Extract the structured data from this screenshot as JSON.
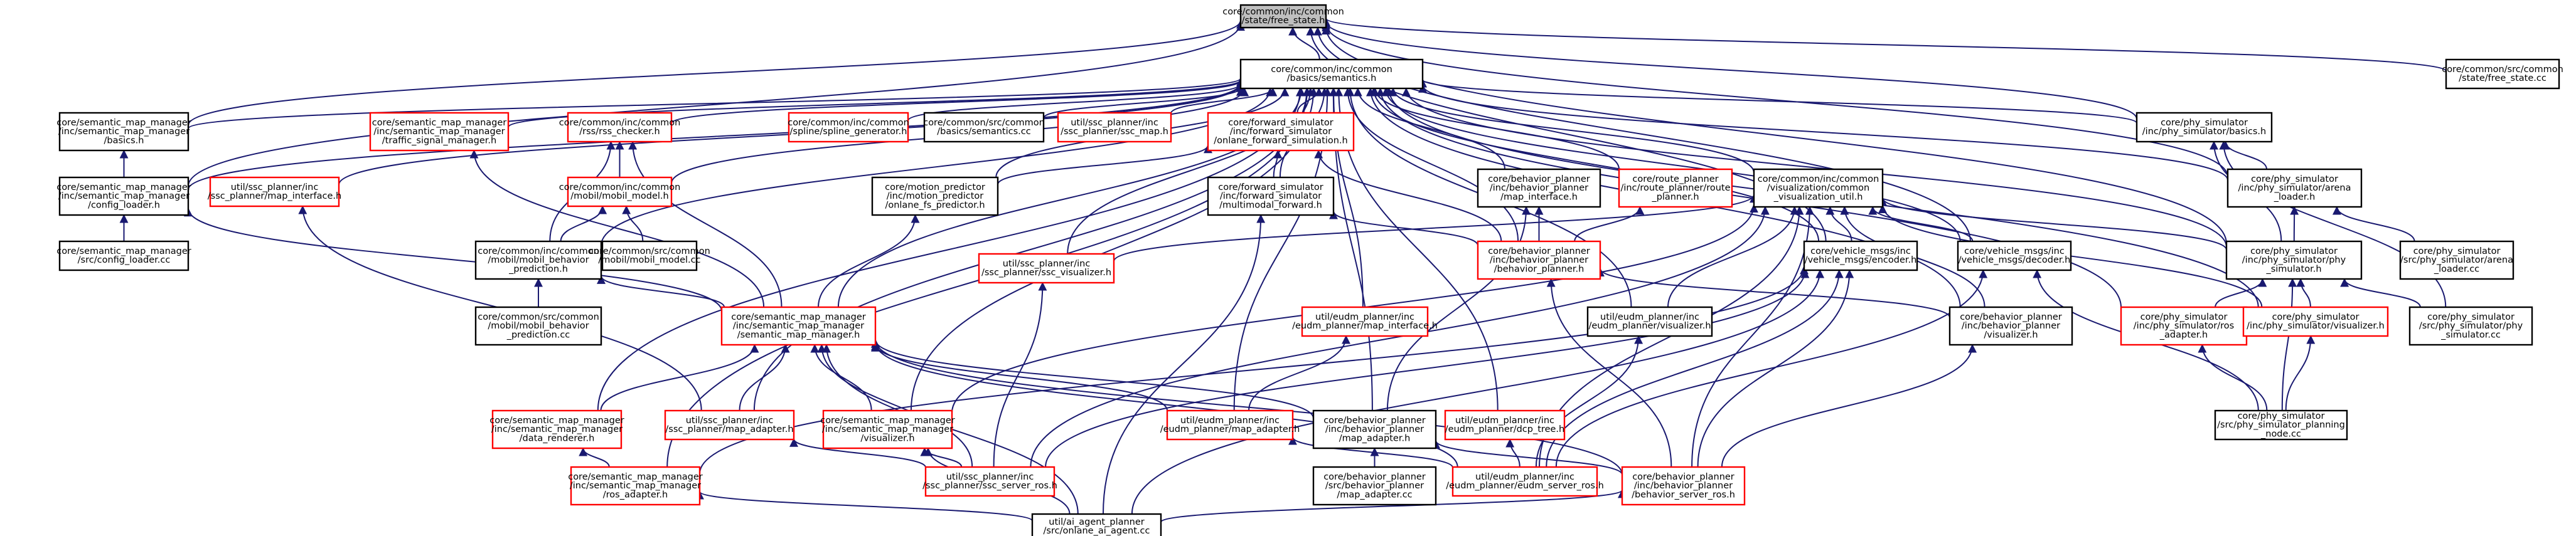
{
  "diagram": {
    "nodes": [
      {
        "id": "root",
        "lines": [
          "core/common/inc/common",
          "/state/free_state.h"
        ],
        "style": "root"
      },
      {
        "id": "semantics_h",
        "lines": [
          "core/common/inc/common",
          "/basics/semantics.h"
        ],
        "style": "black"
      },
      {
        "id": "fsc",
        "lines": [
          "core/common/src/common",
          "/state/free_state.cc"
        ],
        "style": "black"
      },
      {
        "id": "smm_sm",
        "lines": [
          "core/semantic_map_manager",
          "/inc/semantic_map_manager",
          "/basics.h"
        ],
        "style": "black"
      },
      {
        "id": "smm_tsm",
        "lines": [
          "core/semantic_map_manager",
          "/inc/semantic_map_manager",
          "/traffic_signal_manager.h"
        ],
        "style": "red"
      },
      {
        "id": "rss",
        "lines": [
          "core/common/inc/common",
          "/rss/rss_checker.h"
        ],
        "style": "red"
      },
      {
        "id": "spline",
        "lines": [
          "core/common/inc/common",
          "/spline/spline_generator.h"
        ],
        "style": "red"
      },
      {
        "id": "semcc",
        "lines": [
          "core/common/src/common",
          "/basics/semantics.cc"
        ],
        "style": "black"
      },
      {
        "id": "sscmap",
        "lines": [
          "util/ssc_planner/inc",
          "/ssc_planner/ssc_map.h"
        ],
        "style": "red"
      },
      {
        "id": "fwdsim",
        "lines": [
          "core/forward_simulator",
          "/inc/forward_simulator",
          "/onlane_forward_simulation.h"
        ],
        "style": "red"
      },
      {
        "id": "motion",
        "lines": [
          "core/motion_predictor",
          "/inc/motion_predictor",
          "/onlane_fs_predictor.h"
        ],
        "style": "black"
      },
      {
        "id": "mmforward",
        "lines": [
          "core/forward_simulator",
          "/inc/forward_simulator",
          "/multimodal_forward.h"
        ],
        "style": "black"
      },
      {
        "id": "bp_mapif",
        "lines": [
          "core/behavior_planner",
          "/inc/behavior_planner",
          "/map_interface.h"
        ],
        "style": "black"
      },
      {
        "id": "routeplanner",
        "lines": [
          "core/route_planner",
          "/inc/route_planner/route",
          "_planner.h"
        ],
        "style": "red"
      },
      {
        "id": "vizutil",
        "lines": [
          "core/common/inc/common",
          "/visualization/common",
          "_visualization_util.h"
        ],
        "style": "black"
      },
      {
        "id": "phy_basics",
        "lines": [
          "core/phy_simulator",
          "/inc/phy_simulator/basics.h"
        ],
        "style": "black"
      },
      {
        "id": "phy_arena",
        "lines": [
          "core/phy_simulator",
          "/inc/phy_simulator/arena",
          "_loader.h"
        ],
        "style": "black"
      },
      {
        "id": "smm_config",
        "lines": [
          "core/semantic_map_manager",
          "/inc/semantic_map_manager",
          "/config_loader.h"
        ],
        "style": "black"
      },
      {
        "id": "ssc_mapif",
        "lines": [
          "util/ssc_planner/inc",
          "/ssc_planner/map_interface.h"
        ],
        "style": "red"
      },
      {
        "id": "mobil_h",
        "lines": [
          "core/common/inc/common",
          "/mobil/mobil_model.h"
        ],
        "style": "red"
      },
      {
        "id": "smm_configcc",
        "lines": [
          "core/semantic_map_manager",
          "/src/config_loader.cc"
        ],
        "style": "black"
      },
      {
        "id": "mobil_behavior",
        "lines": [
          "core/common/inc/common",
          "/mobil/mobil_behavior",
          "_prediction.h"
        ],
        "style": "black"
      },
      {
        "id": "mobilcc",
        "lines": [
          "core/common/src/common",
          "/mobil/mobil_model.cc"
        ],
        "style": "black"
      },
      {
        "id": "ssc_viz",
        "lines": [
          "util/ssc_planner/inc",
          "/ssc_planner/ssc_visualizer.h"
        ],
        "style": "red"
      },
      {
        "id": "bp_h",
        "lines": [
          "core/behavior_planner",
          "/inc/behavior_planner",
          "/behavior_planner.h"
        ],
        "style": "red"
      },
      {
        "id": "vm_encoder",
        "lines": [
          "core/vehicle_msgs/inc",
          "/vehicle_msgs/encoder.h"
        ],
        "style": "black"
      },
      {
        "id": "vm_decoder",
        "lines": [
          "core/vehicle_msgs/inc",
          "/vehicle_msgs/decoder.h"
        ],
        "style": "black"
      },
      {
        "id": "phy_h",
        "lines": [
          "core/phy_simulator",
          "/inc/phy_simulator/phy",
          "_simulator.h"
        ],
        "style": "black"
      },
      {
        "id": "phy_arenacc",
        "lines": [
          "core/phy_simulator",
          "/src/phy_simulator/arena",
          "_loader.cc"
        ],
        "style": "black"
      },
      {
        "id": "mobil_behaviorcc",
        "lines": [
          "core/common/src/common",
          "/mobil/mobil_behavior",
          "_prediction.cc"
        ],
        "style": "black"
      },
      {
        "id": "smm_h",
        "lines": [
          "core/semantic_map_manager",
          "/inc/semantic_map_manager",
          "/semantic_map_manager.h"
        ],
        "style": "red"
      },
      {
        "id": "eudm_mapif",
        "lines": [
          "util/eudm_planner/inc",
          "/eudm_planner/map_interface.h"
        ],
        "style": "red"
      },
      {
        "id": "eudm_viz",
        "lines": [
          "util/eudm_planner/inc",
          "/eudm_planner/visualizer.h"
        ],
        "style": "black"
      },
      {
        "id": "bp_viz",
        "lines": [
          "core/behavior_planner",
          "/inc/behavior_planner",
          "/visualizer.h"
        ],
        "style": "black"
      },
      {
        "id": "phy_ros",
        "lines": [
          "core/phy_simulator",
          "/inc/phy_simulator/ros",
          "_adapter.h"
        ],
        "style": "red"
      },
      {
        "id": "phy_viz",
        "lines": [
          "core/phy_simulator",
          "/inc/phy_simulator/visualizer.h"
        ],
        "style": "red"
      },
      {
        "id": "phy_cc",
        "lines": [
          "core/phy_simulator",
          "/src/phy_simulator/phy",
          "_simulator.cc"
        ],
        "style": "black"
      },
      {
        "id": "smm_renderer",
        "lines": [
          "core/semantic_map_manager",
          "/inc/semantic_map_manager",
          "/data_renderer.h"
        ],
        "style": "red"
      },
      {
        "id": "ssc_mapadapter",
        "lines": [
          "util/ssc_planner/inc",
          "/ssc_planner/map_adapter.h"
        ],
        "style": "red"
      },
      {
        "id": "smm_viz",
        "lines": [
          "core/semantic_map_manager",
          "/inc/semantic_map_manager",
          "/visualizer.h"
        ],
        "style": "red"
      },
      {
        "id": "eudm_mapadapter",
        "lines": [
          "util/eudm_planner/inc",
          "/eudm_planner/map_adapter.h"
        ],
        "style": "red"
      },
      {
        "id": "bp_mapadapter",
        "lines": [
          "core/behavior_planner",
          "/inc/behavior_planner",
          "/map_adapter.h"
        ],
        "style": "black"
      },
      {
        "id": "eudm_dcp",
        "lines": [
          "util/eudm_planner/inc",
          "/eudm_planner/dcp_tree.h"
        ],
        "style": "red"
      },
      {
        "id": "phy_node",
        "lines": [
          "core/phy_simulator",
          "/src/phy_simulator_planning",
          "_node.cc"
        ],
        "style": "black"
      },
      {
        "id": "smm_ros",
        "lines": [
          "core/semantic_map_manager",
          "/inc/semantic_map_manager",
          "/ros_adapter.h"
        ],
        "style": "red"
      },
      {
        "id": "ssc_server",
        "lines": [
          "util/ssc_planner/inc",
          "/ssc_planner/ssc_server_ros.h"
        ],
        "style": "red"
      },
      {
        "id": "bp_mapadaptercc",
        "lines": [
          "core/behavior_planner",
          "/src/behavior_planner",
          "/map_adapter.cc"
        ],
        "style": "black"
      },
      {
        "id": "eudm_server",
        "lines": [
          "util/eudm_planner/inc",
          "/eudm_planner/eudm_server_ros.h"
        ],
        "style": "red"
      },
      {
        "id": "bp_server",
        "lines": [
          "core/behavior_planner",
          "/inc/behavior_planner",
          "/behavior_server_ros.h"
        ],
        "style": "red"
      },
      {
        "id": "aiagent",
        "lines": [
          "util/ai_agent_planner",
          "/src/onlane_ai_agent.cc"
        ],
        "style": "black"
      }
    ],
    "edges": [
      [
        "root",
        "semantics_h"
      ],
      [
        "root",
        "fsc"
      ],
      [
        "root",
        "smm_config"
      ],
      [
        "root",
        "phy_basics"
      ],
      [
        "root",
        "phy_arena"
      ],
      [
        "root",
        "phy_h"
      ],
      [
        "root",
        "vm_encoder"
      ],
      [
        "root",
        "vm_decoder"
      ],
      [
        "root",
        "smm_sm"
      ],
      [
        "semantics_h",
        "smm_sm"
      ],
      [
        "semantics_h",
        "smm_tsm"
      ],
      [
        "semantics_h",
        "rss"
      ],
      [
        "semantics_h",
        "spline"
      ],
      [
        "semantics_h",
        "semcc"
      ],
      [
        "semantics_h",
        "sscmap"
      ],
      [
        "semantics_h",
        "fwdsim"
      ],
      [
        "semantics_h",
        "motion"
      ],
      [
        "semantics_h",
        "mmforward"
      ],
      [
        "semantics_h",
        "bp_mapif"
      ],
      [
        "semantics_h",
        "routeplanner"
      ],
      [
        "semantics_h",
        "vizutil"
      ],
      [
        "semantics_h",
        "phy_basics"
      ],
      [
        "semantics_h",
        "phy_arena"
      ],
      [
        "semantics_h",
        "smm_config"
      ],
      [
        "semantics_h",
        "ssc_mapif"
      ],
      [
        "semantics_h",
        "mobil_h"
      ],
      [
        "semantics_h",
        "mobil_behavior"
      ],
      [
        "semantics_h",
        "ssc_viz"
      ],
      [
        "semantics_h",
        "bp_h"
      ],
      [
        "semantics_h",
        "vm_encoder"
      ],
      [
        "semantics_h",
        "vm_decoder"
      ],
      [
        "semantics_h",
        "phy_h"
      ],
      [
        "semantics_h",
        "smm_h"
      ],
      [
        "semantics_h",
        "eudm_mapif"
      ],
      [
        "semantics_h",
        "eudm_viz"
      ],
      [
        "semantics_h",
        "bp_viz"
      ],
      [
        "semantics_h",
        "eudm_dcp"
      ],
      [
        "semantics_h",
        "bp_mapadapter"
      ],
      [
        "semantics_h",
        "eudm_mapadapter"
      ],
      [
        "semantics_h",
        "smm_renderer"
      ],
      [
        "semantics_h",
        "smm_ros"
      ],
      [
        "semantics_h",
        "ssc_mapadapter"
      ],
      [
        "semantics_h",
        "smm_viz"
      ],
      [
        "semantics_h",
        "phy_viz"
      ],
      [
        "semantics_h",
        "phy_ros"
      ],
      [
        "smm_sm",
        "smm_config"
      ],
      [
        "smm_config",
        "smm_configcc"
      ],
      [
        "smm_config",
        "smm_h"
      ],
      [
        "smm_tsm",
        "smm_h"
      ],
      [
        "rss",
        "mobil_h"
      ],
      [
        "rss",
        "mobil_behavior"
      ],
      [
        "rss",
        "smm_h"
      ],
      [
        "mobil_h",
        "mobil_behavior"
      ],
      [
        "mobil_h",
        "mobilcc"
      ],
      [
        "mobil_behavior",
        "mobil_behaviorcc"
      ],
      [
        "mobil_behavior",
        "smm_h"
      ],
      [
        "fwdsim",
        "motion"
      ],
      [
        "fwdsim",
        "mmforward"
      ],
      [
        "fwdsim",
        "bp_h"
      ],
      [
        "motion",
        "smm_h"
      ],
      [
        "mmforward",
        "bp_h"
      ],
      [
        "mmforward",
        "aiagent"
      ],
      [
        "bp_mapif",
        "bp_h"
      ],
      [
        "bp_mapif",
        "bp_mapadapter"
      ],
      [
        "routeplanner",
        "bp_h"
      ],
      [
        "vizutil",
        "ssc_viz"
      ],
      [
        "vizutil",
        "vm_encoder"
      ],
      [
        "vizutil",
        "vm_decoder"
      ],
      [
        "vizutil",
        "phy_h"
      ],
      [
        "vizutil",
        "phy_viz"
      ],
      [
        "vizutil",
        "eudm_viz"
      ],
      [
        "vizutil",
        "smm_viz"
      ],
      [
        "vizutil",
        "bp_viz"
      ],
      [
        "vizutil",
        "ssc_server"
      ],
      [
        "vizutil",
        "eudm_server"
      ],
      [
        "vizutil",
        "bp_server"
      ],
      [
        "phy_basics",
        "phy_arena"
      ],
      [
        "phy_basics",
        "phy_h"
      ],
      [
        "phy_basics",
        "phy_cc"
      ],
      [
        "phy_arena",
        "phy_arenacc"
      ],
      [
        "phy_arena",
        "phy_h"
      ],
      [
        "ssc_mapif",
        "ssc_mapadapter"
      ],
      [
        "ssc_viz",
        "ssc_server"
      ],
      [
        "bp_h",
        "bp_viz"
      ],
      [
        "bp_h",
        "bp_server"
      ],
      [
        "vm_encoder",
        "smm_ros"
      ],
      [
        "vm_encoder",
        "ssc_server"
      ],
      [
        "vm_encoder",
        "eudm_server"
      ],
      [
        "vm_encoder",
        "bp_server"
      ],
      [
        "vm_encoder",
        "aiagent"
      ],
      [
        "vm_decoder",
        "phy_node"
      ],
      [
        "vm_decoder",
        "eudm_server"
      ],
      [
        "phy_h",
        "phy_ros"
      ],
      [
        "phy_h",
        "phy_viz"
      ],
      [
        "phy_h",
        "phy_cc"
      ],
      [
        "phy_h",
        "phy_node"
      ],
      [
        "phy_ros",
        "phy_node"
      ],
      [
        "phy_viz",
        "phy_node"
      ],
      [
        "smm_h",
        "smm_renderer"
      ],
      [
        "smm_h",
        "ssc_mapadapter"
      ],
      [
        "smm_h",
        "smm_viz"
      ],
      [
        "smm_h",
        "eudm_mapadapter"
      ],
      [
        "smm_h",
        "bp_mapadapter"
      ],
      [
        "smm_h",
        "ssc_server"
      ],
      [
        "smm_h",
        "eudm_server"
      ],
      [
        "smm_h",
        "bp_server"
      ],
      [
        "smm_h",
        "aiagent"
      ],
      [
        "eudm_mapif",
        "eudm_mapadapter"
      ],
      [
        "eudm_viz",
        "eudm_server"
      ],
      [
        "bp_viz",
        "bp_server"
      ],
      [
        "smm_renderer",
        "smm_ros"
      ],
      [
        "ssc_mapadapter",
        "ssc_server"
      ],
      [
        "smm_viz",
        "ssc_server"
      ],
      [
        "smm_viz",
        "aiagent"
      ],
      [
        "eudm_mapadapter",
        "eudm_server"
      ],
      [
        "bp_mapadapter",
        "bp_mapadaptercc"
      ],
      [
        "bp_mapadapter",
        "bp_server"
      ],
      [
        "eudm_dcp",
        "eudm_server"
      ],
      [
        "smm_ros",
        "aiagent"
      ],
      [
        "bp_server",
        "aiagent"
      ]
    ]
  }
}
